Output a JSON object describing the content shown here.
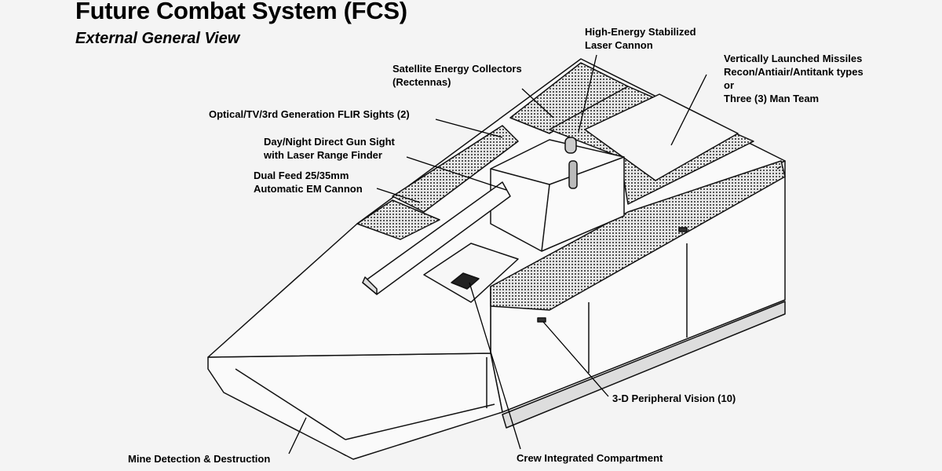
{
  "title": "Future Combat System (FCS)",
  "subtitle": "External General View",
  "labels": {
    "laser": [
      "High-Energy Stabilized",
      "Laser Cannon"
    ],
    "rectennas": [
      "Satellite Energy Collectors",
      "(Rectennas)"
    ],
    "missiles": [
      "Vertically Launched Missiles",
      "Recon/Antiair/Antitank types",
      "or",
      "Three (3) Man Team"
    ],
    "flir": "Optical/TV/3rd Generation FLIR Sights (2)",
    "gun_sight": [
      "Day/Night Direct Gun Sight",
      "with Laser Range Finder"
    ],
    "cannon": [
      "Dual Feed 25/35mm",
      "Automatic EM Cannon"
    ],
    "vision": "3-D Peripheral Vision (10)",
    "mine": "Mine Detection & Destruction",
    "crew": "Crew Integrated Compartment"
  }
}
